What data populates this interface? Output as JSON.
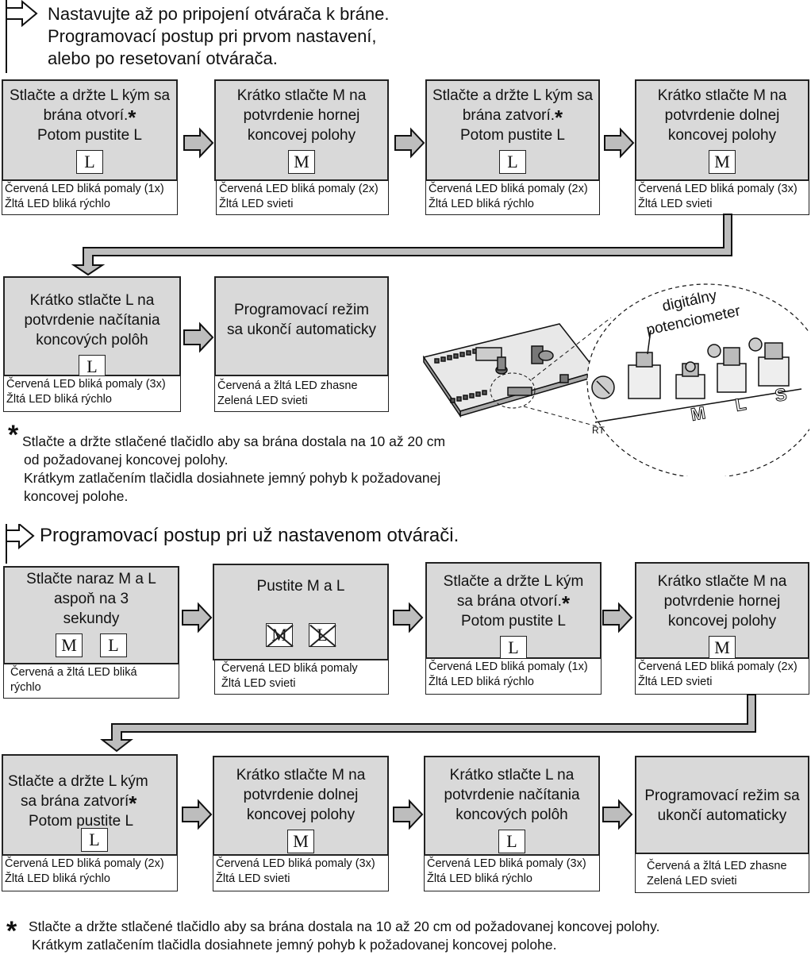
{
  "intro": {
    "lines": [
      "Nastavujte až po pripojení otvárača k bráne.",
      "Programovací postup pri prvom nastavení,",
      "alebo po resetovaní otvárača."
    ]
  },
  "section1": {
    "steps": [
      {
        "lines": [
          "Stlačte a držte L kým sa",
          "brána otvorí.",
          "Potom pustite L"
        ],
        "star": "*",
        "keys": [
          "L"
        ],
        "status": [
          "Červená LED bliká pomaly (1x)",
          "Žltá LED bliká rýchlo"
        ]
      },
      {
        "lines": [
          "Krátko stlačte M na",
          "potvrdenie hornej",
          "koncovej polohy"
        ],
        "keys": [
          "M"
        ],
        "status": [
          "Červená LED bliká pomaly (2x)",
          "Žltá LED svieti"
        ]
      },
      {
        "lines": [
          "Stlačte a držte L kým sa",
          "brána zatvorí.",
          "Potom pustite L"
        ],
        "star": "*",
        "keys": [
          "L"
        ],
        "status": [
          "Červená LED bliká pomaly (2x)",
          "Žltá LED bliká rýchlo"
        ]
      },
      {
        "lines": [
          "Krátko stlačte M na",
          "potvrdenie dolnej",
          "koncovej polohy"
        ],
        "keys": [
          "M"
        ],
        "status": [
          "Červená LED bliká pomaly (3x)",
          "Žltá LED svieti"
        ]
      },
      {
        "lines": [
          "Krátko stlačte L na",
          "potvrdenie načítania",
          "koncových polôh"
        ],
        "keys": [
          "L"
        ],
        "status": [
          "Červená LED bliká pomaly (3x)",
          "Žltá LED bliká rýchlo"
        ]
      },
      {
        "lines": [
          "Programovací režim",
          "sa ukončí automaticky"
        ],
        "keys": [],
        "status": [
          "Červená a žltá LED zhasne",
          "Zelená LED svieti"
        ]
      }
    ],
    "note": {
      "star": "*",
      "lines": [
        "Stlačte a držte stlačené tlačidlo aby sa brána dostala na 10 až 20 cm",
        "od požadovanej koncovej polohy.",
        "Krátkym zatlačením tlačidla dosiahnete jemný pohyb k požadovanej",
        "koncovej polohe."
      ]
    }
  },
  "illustration": {
    "label_line1": "digitálny",
    "label_line2": "potenciometer",
    "buttons": [
      "M",
      "L",
      "S"
    ],
    "partial_label": "RT"
  },
  "section2": {
    "title": "Programovací postup pri už nastavenom otvárači.",
    "steps": [
      {
        "lines": [
          "Stlačte naraz M a L",
          "aspoň na 3",
          "sekundy"
        ],
        "keys": [
          "M",
          "L"
        ],
        "status": [
          "Červená a žltá LED bliká",
          "rýchlo"
        ]
      },
      {
        "lines": [
          "Pustite M a L"
        ],
        "keys": [
          "M",
          "L"
        ],
        "crossed": true,
        "status": [
          "Červená LED bliká pomaly",
          "Žltá LED svieti"
        ]
      },
      {
        "lines": [
          "Stlačte a držte L kým",
          "sa brána otvorí.",
          "Potom pustite L"
        ],
        "star": "*",
        "keys": [
          "L"
        ],
        "status": [
          "Červená LED bliká pomaly (1x)",
          "Žltá LED bliká rýchlo"
        ]
      },
      {
        "lines": [
          "Krátko stlačte M na",
          "potvrdenie hornej",
          "koncovej polohy"
        ],
        "keys": [
          "M"
        ],
        "status": [
          "Červená LED bliká pomaly (2x)",
          "Žltá LED svieti"
        ]
      },
      {
        "lines": [
          "Stlačte a držte L kým",
          "sa brána zatvorí",
          "Potom pustite L"
        ],
        "star": "*",
        "keys": [
          "L"
        ],
        "status": [
          "Červená LED bliká pomaly (2x)",
          "Žltá LED bliká rýchlo"
        ]
      },
      {
        "lines": [
          "Krátko stlačte M na",
          "potvrdenie dolnej",
          "koncovej polohy"
        ],
        "keys": [
          "M"
        ],
        "status": [
          "Červená LED bliká pomaly (3x)",
          "Žltá LED svieti"
        ]
      },
      {
        "lines": [
          "Krátko stlačte L na",
          "potvrdenie načítania",
          "koncových polôh"
        ],
        "keys": [
          "L"
        ],
        "status": [
          "Červená LED bliká pomaly (3x)",
          "Žltá LED bliká rýchlo"
        ]
      },
      {
        "lines": [
          "Programovací režim sa",
          "ukončí automaticky"
        ],
        "keys": [],
        "status": [
          "Červená a žltá LED zhasne",
          "Zelená LED svieti"
        ]
      }
    ],
    "note": {
      "star": "*",
      "lines": [
        "Stlačte a držte stlačené tlačidlo aby sa brána dostala na 10 až 20 cm od požadovanej koncovej polohy.",
        "Krátkym zatlačením tlačidla dosiahnete jemný pohyb k požadovanej koncovej polohe."
      ]
    }
  }
}
